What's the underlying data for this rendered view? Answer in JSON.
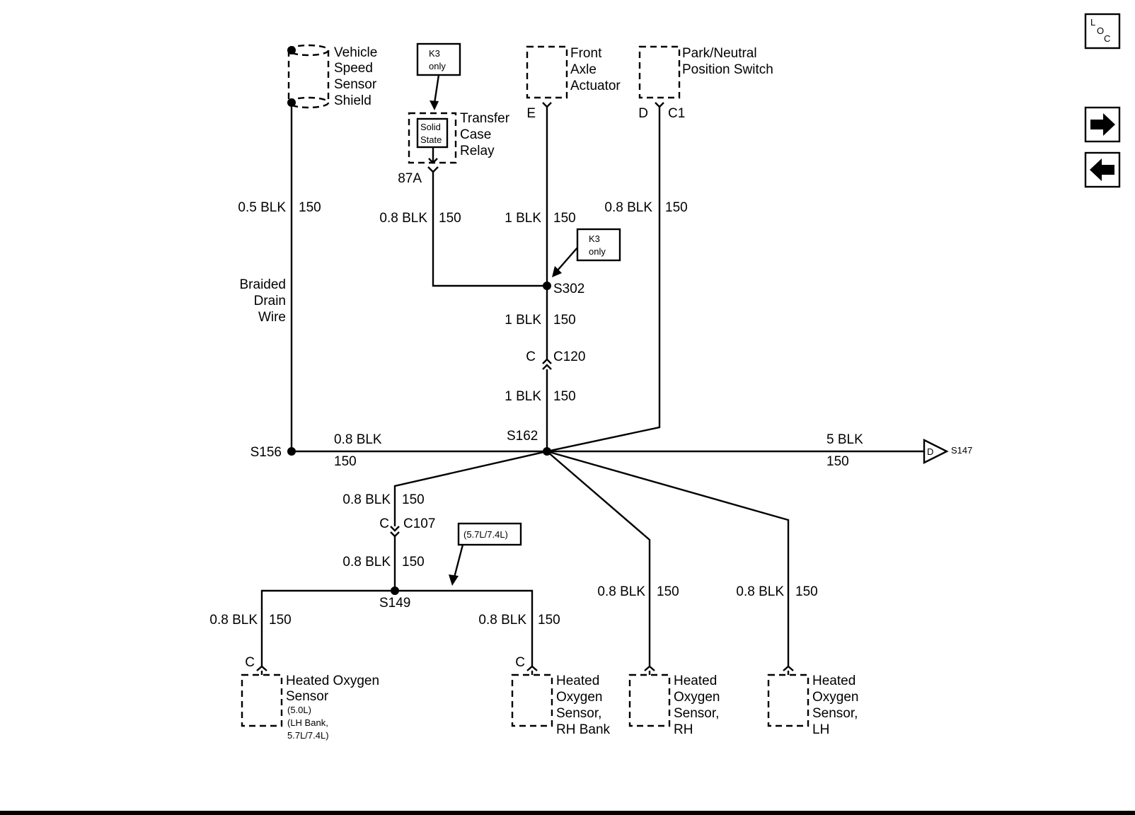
{
  "components": {
    "vss_shield": [
      "Vehicle",
      "Speed",
      "Sensor",
      "Shield"
    ],
    "transfer_case_relay": [
      "Transfer",
      "Case",
      "Relay"
    ],
    "solid_state": [
      "Solid",
      "State"
    ],
    "front_axle_actuator": [
      "Front",
      "Axle",
      "Actuator"
    ],
    "park_neutral_switch": [
      "Park/Neutral",
      "Position Switch"
    ],
    "ho2s_lh_bank": {
      "lines": [
        "Heated Oxygen",
        "Sensor"
      ],
      "notes": [
        "(5.0L)",
        "(LH Bank,",
        "5.7L/7.4L)"
      ]
    },
    "ho2s_rh_bank": [
      "Heated",
      "Oxygen",
      "Sensor,",
      "RH Bank"
    ],
    "ho2s_rh": [
      "Heated",
      "Oxygen",
      "Sensor,",
      "RH"
    ],
    "ho2s_lh": [
      "Heated",
      "Oxygen",
      "Sensor,",
      "LH"
    ]
  },
  "callouts": {
    "k3_only_1": [
      "K3",
      "only"
    ],
    "k3_only_2": [
      "K3",
      "only"
    ],
    "engine_option": "(5.7L/7.4L)"
  },
  "drain_wire": [
    "Braided",
    "Drain",
    "Wire"
  ],
  "pins": {
    "relay_87a": "87A",
    "axle_e": "E",
    "switch_d": "D",
    "switch_c1": "C1",
    "c120_pin": "C",
    "c107_pin": "C",
    "lh_bank_pin": "C",
    "rh_bank_pin": "C"
  },
  "connectors": {
    "c120": "C120",
    "c107": "C107"
  },
  "splices": {
    "s156": "S156",
    "s162": "S162",
    "s302": "S302",
    "s149": "S149",
    "s147": "S147",
    "s147_ref": "D"
  },
  "wire_labels": {
    "shield": {
      "gauge": "0.5 BLK",
      "circuit": "150"
    },
    "relay": {
      "gauge": "0.8 BLK",
      "circuit": "150"
    },
    "axle_upper": {
      "gauge": "1 BLK",
      "circuit": "150"
    },
    "switch": {
      "gauge": "0.8 BLK",
      "circuit": "150"
    },
    "s302_c120": {
      "gauge": "1 BLK",
      "circuit": "150"
    },
    "c120_s162": {
      "gauge": "1 BLK",
      "circuit": "150"
    },
    "s156_s162": {
      "gauge": "0.8 BLK",
      "circuit": "150"
    },
    "s147": {
      "gauge": "5 BLK",
      "circuit": "150"
    },
    "c107_upper": {
      "gauge": "0.8 BLK",
      "circuit": "150"
    },
    "c107_lower": {
      "gauge": "0.8 BLK",
      "circuit": "150"
    },
    "lh_bank": {
      "gauge": "0.8 BLK",
      "circuit": "150"
    },
    "rh_bank": {
      "gauge": "0.8 BLK",
      "circuit": "150"
    },
    "rh": {
      "gauge": "0.8 BLK",
      "circuit": "150"
    },
    "lh": {
      "gauge": "0.8 BLK",
      "circuit": "150"
    }
  },
  "nav": {
    "loc_l": "L",
    "loc_o": "O",
    "loc_c": "C",
    "forward_glyph": "➡",
    "back_glyph": "⬅",
    "forward_icon": "arrow-right-icon",
    "back_icon": "arrow-left-icon"
  },
  "colors": {
    "ink": "#000000",
    "paper": "#ffffff"
  }
}
